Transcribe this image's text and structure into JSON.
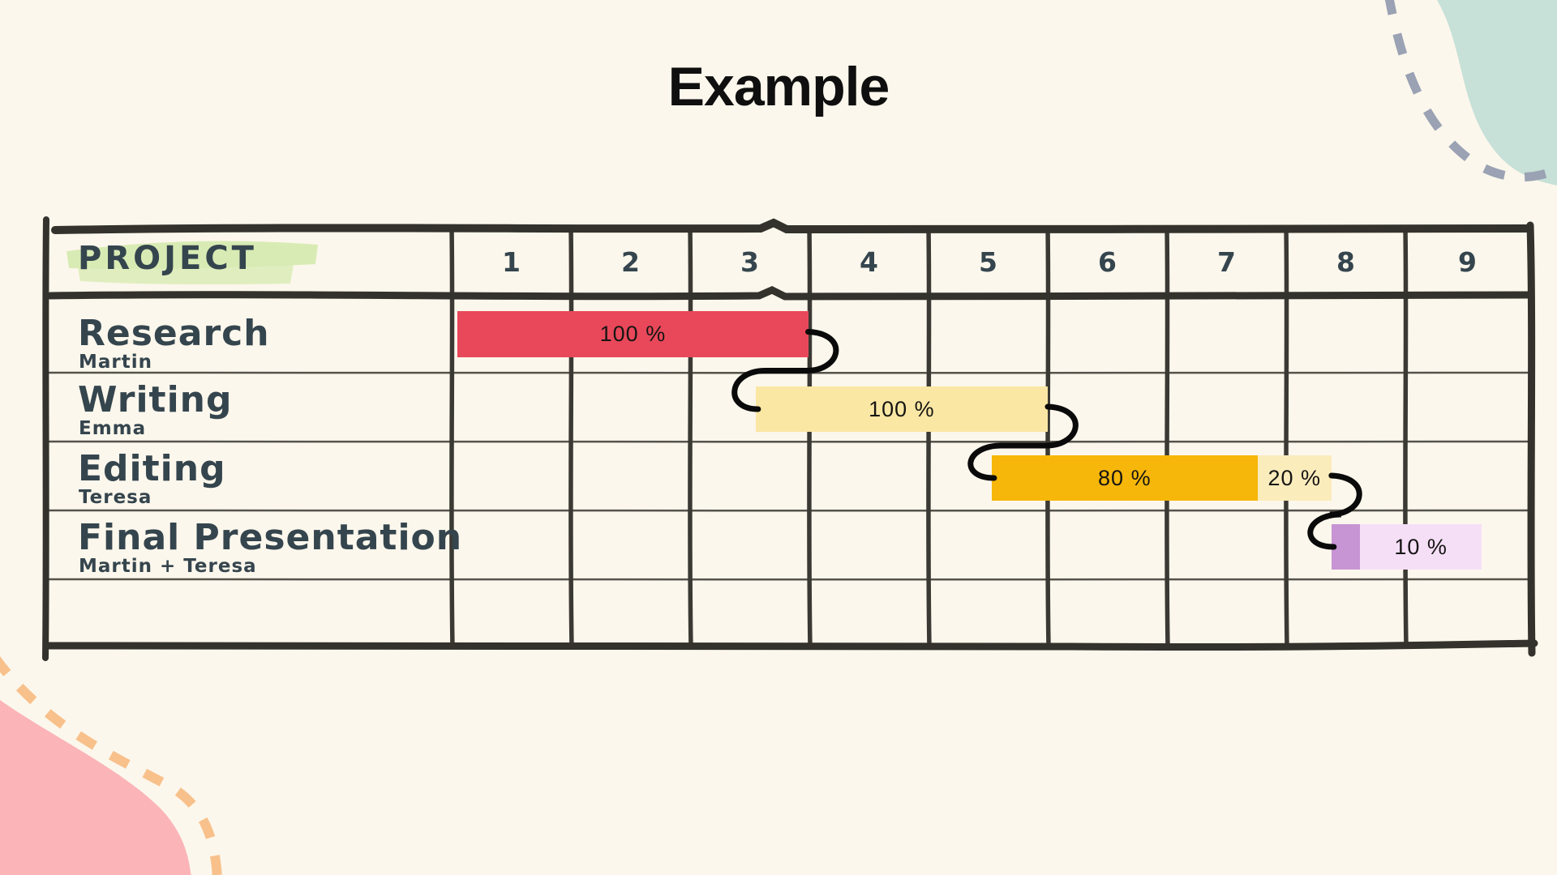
{
  "title": "Example",
  "chart_data": {
    "type": "gantt",
    "title": "Example",
    "header_label": "PROJECT",
    "periods": [
      "1",
      "2",
      "3",
      "4",
      "5",
      "6",
      "7",
      "8",
      "9"
    ],
    "tasks": [
      {
        "name": "Research",
        "owner": "Martin",
        "segments": [
          {
            "label": "100 %",
            "start": 0.05,
            "end": 2.99,
            "color": "#E8485A"
          }
        ]
      },
      {
        "name": "Writing",
        "owner": "Emma",
        "segments": [
          {
            "label": "100 %",
            "start": 2.55,
            "end": 5.0,
            "color": "#FAE7A4"
          }
        ]
      },
      {
        "name": "Editing",
        "owner": "Teresa",
        "segments": [
          {
            "label": "80 %",
            "start": 4.53,
            "end": 6.76,
            "color": "#F6B70A"
          },
          {
            "label": "20 %",
            "start": 6.76,
            "end": 7.38,
            "color": "#FBECBC"
          }
        ]
      },
      {
        "name": "Final Presentation",
        "owner": "Martin + Teresa",
        "segments": [
          {
            "label": "",
            "start": 7.38,
            "end": 7.62,
            "color": "#C794D4"
          },
          {
            "label": "10 %",
            "start": 7.62,
            "end": 8.64,
            "color": "#F5DFF7"
          }
        ]
      }
    ]
  },
  "decor": {
    "background": "#FCF7EC",
    "highlight_green": "#D8EBB4",
    "teal_blob": "#C7E1D8",
    "dash_blue": "#9AA2B4",
    "pink_blob": "#FBB4B8",
    "dash_orange": "#F8C18C",
    "connector": "#0A0A0A",
    "text_slate": "#35454E"
  }
}
